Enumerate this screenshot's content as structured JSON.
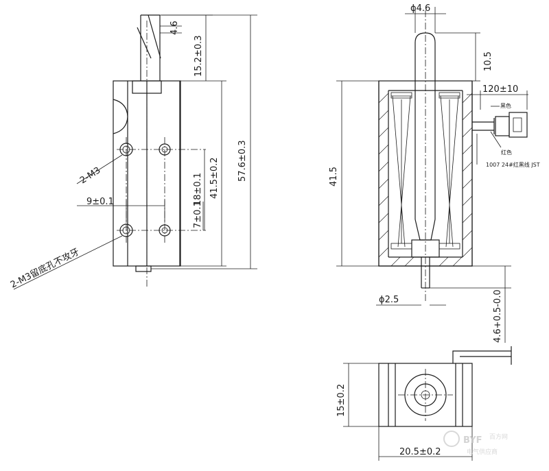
{
  "side_view": {
    "dim_wire_width": "4.6",
    "dim_wire_length": "15.2±0.3",
    "dim_total_length": "57.6±0.3",
    "dim_body_height": "41.5±0.2",
    "dim_hole_spacing": "7±0.1",
    "dim_hole_spacing_2": "18±0.1",
    "dim_hole_offset": "9±0.1",
    "label_threaded_holes": "2-M3",
    "label_blind_holes": "2-M3留底孔不攻牙"
  },
  "section_view": {
    "dim_plunger_dia": "ϕ4.6",
    "dim_plunger_protrusion": "10.5",
    "dim_lead_length": "120±10",
    "label_black_wire": "黑色",
    "label_red_wire": "红色",
    "label_wire_spec": "1007 24#红黑线 JST",
    "dim_height": "41.5",
    "dim_pin_dia": "ϕ2.5",
    "dim_pin_length": "4.6+0.5-0.0"
  },
  "bottom_view": {
    "dim_width": "15±0.2",
    "dim_length": "20.5±0.2"
  },
  "watermark": {
    "brand": "BYF",
    "site": "百方网",
    "subtitle": "电气供应商"
  }
}
